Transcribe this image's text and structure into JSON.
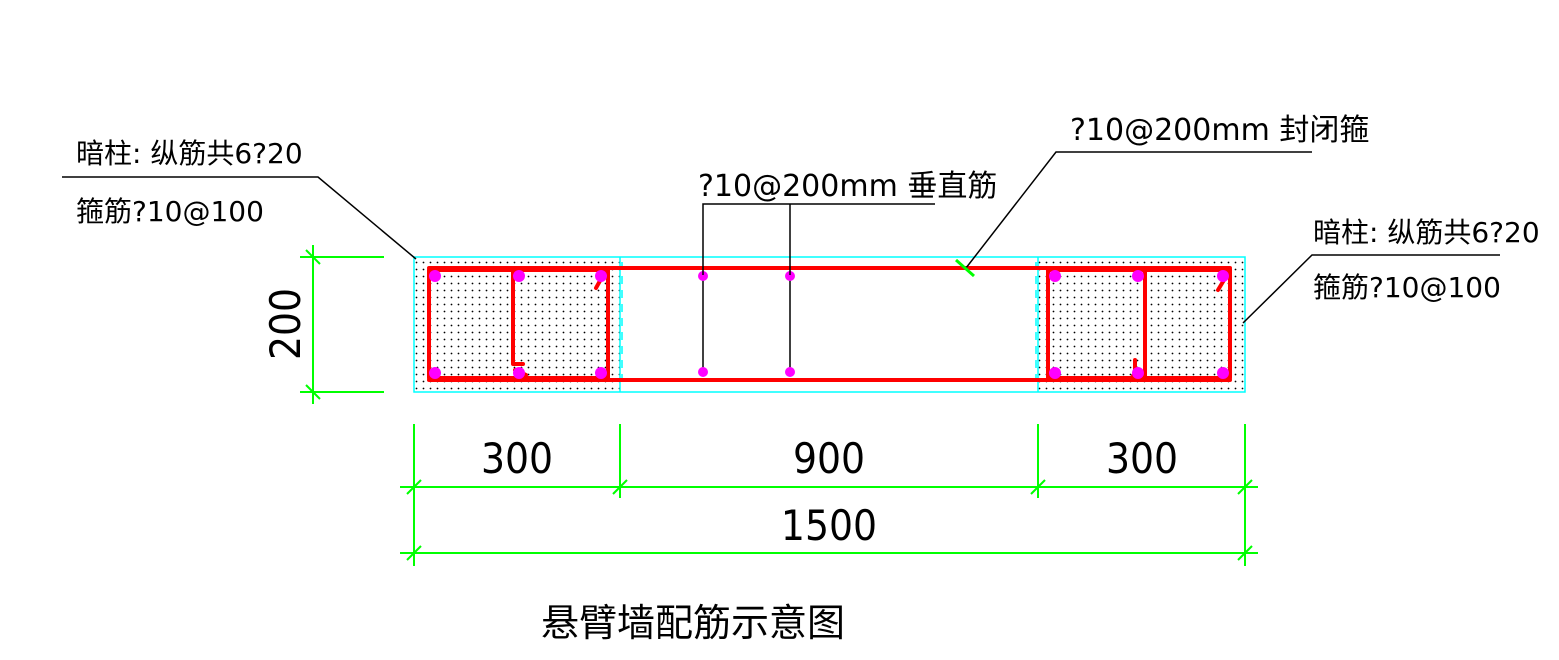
{
  "colors": {
    "rebar": "#ff0000",
    "rebar_dot": "#ff00ff",
    "outline": "#00ffff",
    "dimension": "#00ff00",
    "text": "#000000"
  },
  "labels": {
    "left_column_line1": "暗柱: 纵筋共6?20",
    "left_column_line2": "箍筋?10@100",
    "vertical_bars": "?10@200mm 垂直筋",
    "closed_stirrup": "?10@200mm 封闭箍",
    "right_column_line1": "暗柱: 纵筋共6?20",
    "right_column_line2": "箍筋?10@100"
  },
  "dimensions": {
    "height": "200",
    "left_width": "300",
    "middle_width": "900",
    "right_width": "300",
    "total_width": "1500"
  },
  "caption": "悬臂墙配筋示意图"
}
